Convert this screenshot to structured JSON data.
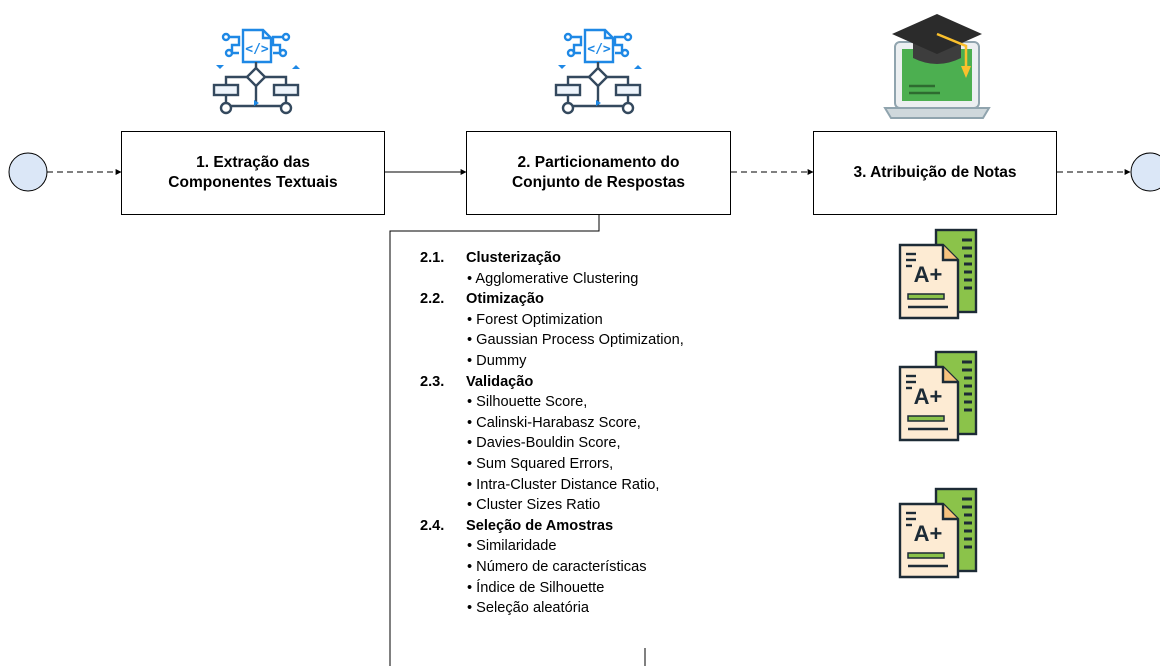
{
  "steps": [
    {
      "title_line1": "1. Extração das",
      "title_line2": "Componentes Textuais",
      "icon": "code-flowchart-icon"
    },
    {
      "title_line1": "2. Particionamento do",
      "title_line2": "Conjunto de Respostas",
      "icon": "code-flowchart-icon"
    },
    {
      "title_line1": "3. Atribuição de Notas",
      "icon": "laptop-graduation-cap-icon"
    }
  ],
  "sections": [
    {
      "number": "2.1.",
      "title": "Clusterização",
      "items": [
        "• Agglomerative Clustering"
      ]
    },
    {
      "number": "2.2.",
      "title": "Otimização",
      "items": [
        "• Forest Optimization",
        "• Gaussian Process Optimization,",
        "• Dummy"
      ]
    },
    {
      "number": "2.3.",
      "title": "Validação",
      "items": [
        "• Silhouette Score,",
        "• Calinski-Harabasz Score,",
        "• Davies-Bouldin Score,",
        "• Sum Squared Errors,",
        "• Intra-Cluster Distance Ratio,",
        "• Cluster Sizes Ratio"
      ]
    },
    {
      "number": "2.4.",
      "title": "Seleção de Amostras",
      "items": [
        "• Similaridade",
        "• Número de características",
        "• Índice de Silhouette",
        "• Seleção aleatória"
      ]
    }
  ],
  "grade_docs": [
    {
      "grade": "A+",
      "icon": "graded-document-icon"
    },
    {
      "grade": "A+",
      "icon": "graded-document-icon"
    },
    {
      "grade": "A+",
      "icon": "graded-document-icon"
    }
  ],
  "colors": {
    "circle_fill": "#dbe7f7",
    "icon_blue": "#1e88e5",
    "icon_navy": "#34495e",
    "laptop_green": "#4caf50",
    "doc_green": "#8bc34a",
    "doc_cream": "#fdebd3",
    "doc_outline": "#1d2b36"
  }
}
